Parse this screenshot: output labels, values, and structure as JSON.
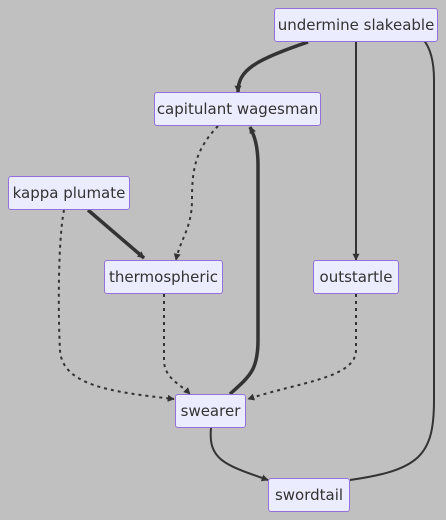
{
  "nodes": [
    {
      "id": "n1",
      "label": "undermine slakeable"
    },
    {
      "id": "n2",
      "label": "capitulant wagesman"
    },
    {
      "id": "n3",
      "label": "kappa plumate"
    },
    {
      "id": "n4",
      "label": "thermospheric"
    },
    {
      "id": "n5",
      "label": "outstartle"
    },
    {
      "id": "n6",
      "label": "swearer"
    },
    {
      "id": "n7",
      "label": "swordtail"
    }
  ],
  "edges": [
    {
      "from": "undermine slakeable",
      "to": "capitulant wagesman",
      "style": "thick"
    },
    {
      "from": "undermine slakeable",
      "to": "outstartle",
      "style": "normal"
    },
    {
      "from": "capitulant wagesman",
      "to": "thermospheric",
      "style": "dotted"
    },
    {
      "from": "kappa plumate",
      "to": "thermospheric",
      "style": "thick"
    },
    {
      "from": "kappa plumate",
      "to": "swearer",
      "style": "dotted"
    },
    {
      "from": "thermospheric",
      "to": "swearer",
      "style": "dotted"
    },
    {
      "from": "outstartle",
      "to": "swearer",
      "style": "dotted"
    },
    {
      "from": "swearer",
      "to": "capitulant wagesman",
      "style": "thick"
    },
    {
      "from": "swearer",
      "to": "swordtail",
      "style": "normal"
    },
    {
      "from": "swordtail",
      "to": "undermine slakeable",
      "style": "normal"
    }
  ],
  "colors": {
    "background": "#c0c0c0",
    "node_fill": "#ececff",
    "node_border": "#9370db",
    "edge": "#333333",
    "text": "#333333"
  }
}
